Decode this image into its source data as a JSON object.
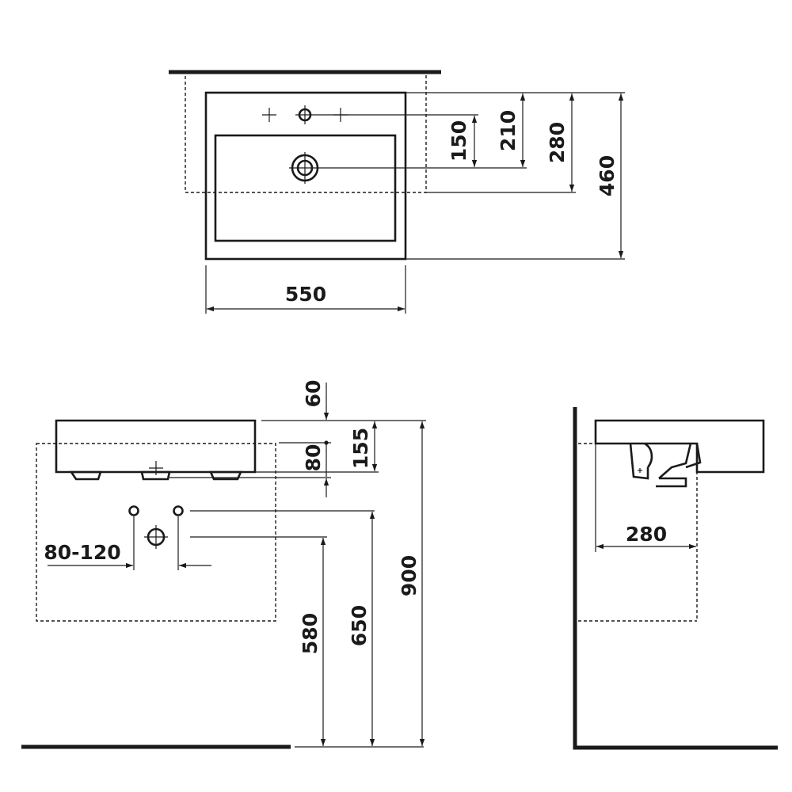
{
  "top_view": {
    "dimensions": {
      "width": "550",
      "tap_hole_distance": "150",
      "overflow_distance": "210",
      "bowl_distance": "280",
      "depth": "460"
    }
  },
  "front_view": {
    "dimensions": {
      "rim_thickness": "60",
      "bowl_offset": "80",
      "basin_height": "155",
      "supply_spacing": "80-120",
      "waste_height": "580",
      "supply_height": "650",
      "overall_height": "900"
    }
  },
  "side_view": {
    "dimensions": {
      "waste_projection": "280"
    }
  }
}
